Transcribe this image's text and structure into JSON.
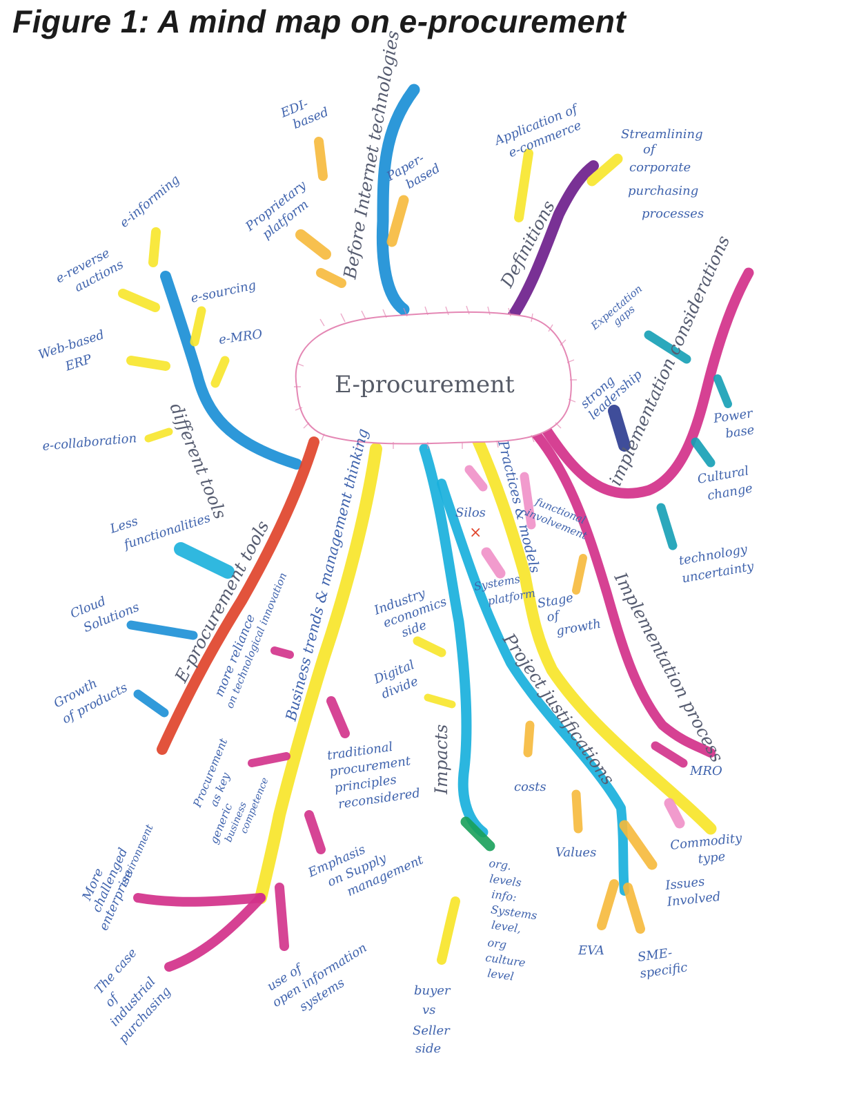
{
  "title": "Figure 1: A mind map on e-procurement",
  "center": "E-procurement",
  "colors": {
    "blue": "#1b8fd6",
    "cyan": "#19b0dc",
    "yellow": "#f7e52a",
    "orange": "#f6b93b",
    "purple": "#6e1f8c",
    "magenta": "#d2318a",
    "pink": "#f090c8",
    "red": "#e0442b",
    "teal": "#149fb5",
    "navy": "#2a3a8f",
    "green": "#18a05a",
    "ink": "#3f63ad",
    "outline": "#e487b4"
  },
  "branches": {
    "before_internet": "Before Internet technologies",
    "definitions": "Definitions",
    "different_tools": "different tools",
    "implementation_considerations": "implementation considerations",
    "eprocurement_tools": "E-procurement tools",
    "business_trends": "Business trends & management thinking",
    "impacts": "Impacts",
    "practices_models": "Practices & models",
    "project_justifications": "Project justifications",
    "implementation_process": "Implementation process"
  },
  "labels": {
    "edi": [
      "EDI-",
      "based"
    ],
    "proprietary": [
      "Proprietary",
      "platform"
    ],
    "paper": [
      "Paper-",
      "based"
    ],
    "application": [
      "Application of",
      "e-commerce"
    ],
    "streamlining": [
      "Streamlining",
      "of",
      "corporate",
      "purchasing",
      "processes"
    ],
    "einforming": "e-informing",
    "ereverse": [
      "e-reverse",
      "auctions"
    ],
    "esourcing": "e-sourcing",
    "webbased": [
      "Web-based",
      "ERP"
    ],
    "emro": "e-MRO",
    "ecollab": "e-collaboration",
    "expectation": [
      "Expectation",
      "gaps"
    ],
    "strong": [
      "strong",
      "leadership"
    ],
    "power": [
      "Power",
      "base"
    ],
    "cultural": [
      "Cultural",
      "change"
    ],
    "techunc": [
      "technology",
      "uncertainty"
    ],
    "less": [
      "Less",
      "functionalities"
    ],
    "cloud": [
      "Cloud",
      "Solutions"
    ],
    "growth": [
      "Growth",
      "of products"
    ],
    "reliance": [
      "more reliance",
      "on technological innovation"
    ],
    "silos": "Silos",
    "functional": [
      "functional",
      "involvement"
    ],
    "systems_platform": [
      "Systems",
      "platform"
    ],
    "stage": [
      "Stage",
      "of",
      "growth"
    ],
    "industry": [
      "Industry",
      "economics",
      "side"
    ],
    "digital": [
      "Digital",
      "divide"
    ],
    "procurement_key": [
      "Procurement",
      "as key",
      "generic",
      "business",
      "competence"
    ],
    "traditional": [
      "traditional",
      "procurement",
      "principles",
      "reconsidered"
    ],
    "costs": "costs",
    "mro": "MRO",
    "values": "Values",
    "commodity": [
      "Commodity",
      "type"
    ],
    "issues": [
      "Issues",
      "Involved"
    ],
    "more_challenged": [
      "More",
      "challenged",
      "enterprise",
      "environment"
    ],
    "emphasis": [
      "Emphasis",
      "on Supply",
      "management"
    ],
    "org_levels": [
      "org.",
      "levels",
      "info:",
      "Systems",
      "level,",
      "org",
      "culture",
      "level"
    ],
    "case": [
      "The case",
      "of",
      "industrial",
      "purchasing"
    ],
    "open_info": [
      "use of",
      "open information",
      "systems"
    ],
    "buyer": [
      "buyer",
      "vs",
      "Seller",
      "side"
    ],
    "eva": "EVA",
    "sme": [
      "SME-",
      "specific"
    ]
  }
}
